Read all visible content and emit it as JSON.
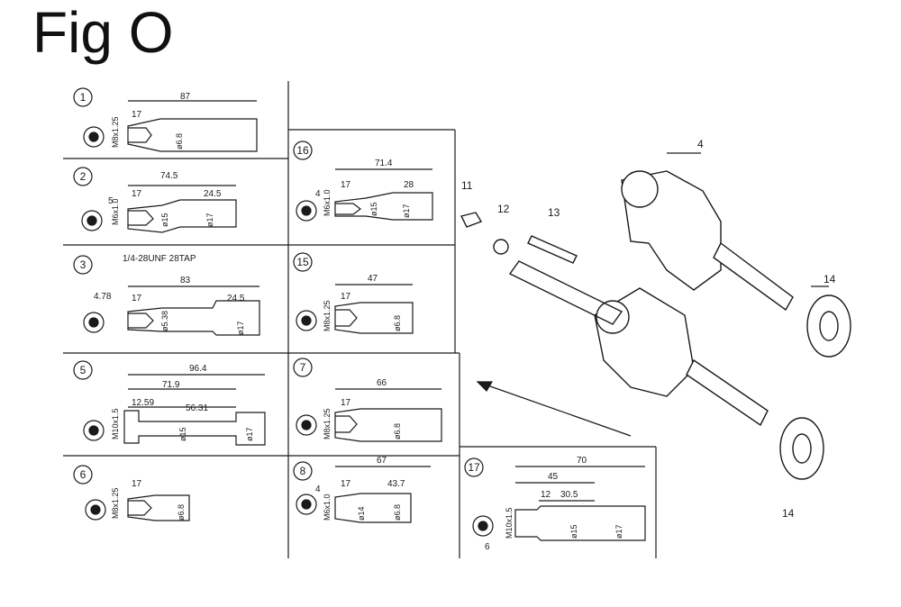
{
  "title": "Fig O",
  "panels": [
    {
      "num": "1",
      "thread": "M8x1.25",
      "dims": [
        "87",
        "17"
      ],
      "dias": [
        "ø6.8"
      ]
    },
    {
      "num": "2",
      "thread": "M6x1.0",
      "dims": [
        "74.5",
        "17",
        "24.5"
      ],
      "dias": [
        "ø15",
        "ø17"
      ],
      "side": "5"
    },
    {
      "num": "3",
      "thread": "1/4-28UNF 28TAP",
      "dims": [
        "83",
        "17",
        "24.5"
      ],
      "dias": [
        "ø5.38",
        "ø17"
      ],
      "side": "4.78"
    },
    {
      "num": "5",
      "thread": "M10x1.5",
      "dims": [
        "96.4",
        "71.9",
        "12.59",
        "56.31"
      ],
      "dias": [
        "ø15",
        "ø17"
      ]
    },
    {
      "num": "6",
      "thread": "M8x1.25",
      "dims": [
        "17"
      ],
      "dias": [
        "ø6.8"
      ]
    },
    {
      "num": "16",
      "thread": "M6x1.0",
      "dims": [
        "71.4",
        "17",
        "28"
      ],
      "dias": [
        "ø15",
        "ø17"
      ],
      "side": "4"
    },
    {
      "num": "15",
      "thread": "M8x1.25",
      "dims": [
        "47",
        "17"
      ],
      "dias": [
        "ø6.8"
      ]
    },
    {
      "num": "7",
      "thread": "M8x1.25",
      "dims": [
        "66",
        "17"
      ],
      "dias": [
        "ø6.8"
      ]
    },
    {
      "num": "8",
      "thread": "M6x1.0",
      "dims": [
        "67",
        "17",
        "43.7"
      ],
      "dias": [
        "ø14",
        "ø6.8"
      ],
      "side": "4"
    },
    {
      "num": "17",
      "thread": "M10x1.5",
      "dims": [
        "70",
        "45",
        "12",
        "30.5"
      ],
      "dias": [
        "ø15",
        "ø17"
      ],
      "side": "6"
    }
  ],
  "part_numbers": [
    "4",
    "11",
    "12",
    "13",
    "14",
    "14"
  ],
  "colors": {
    "ink": "#1a1a1a",
    "paper": "#ffffff"
  }
}
